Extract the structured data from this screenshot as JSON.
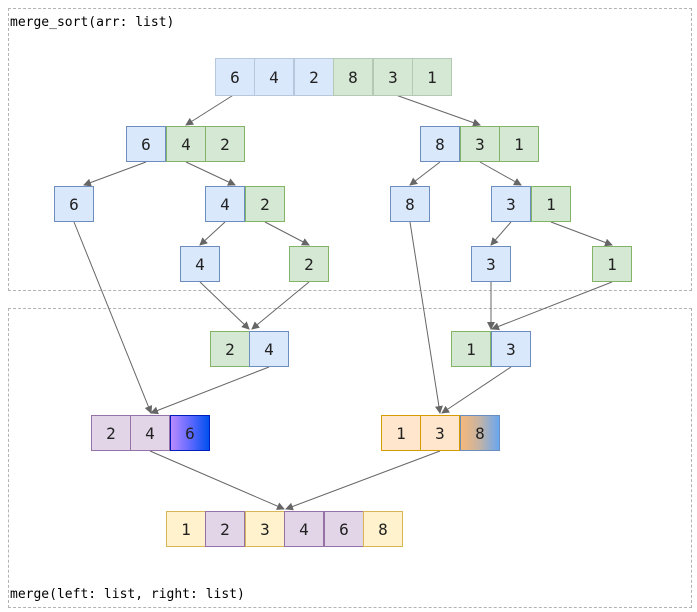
{
  "labels": {
    "split": "merge_sort(arr: list)",
    "merge": "merge(left: list, right: list)"
  },
  "colors": {
    "blue_fill": "#dae8fc",
    "green_fill": "#d5e8d4",
    "purple_fill": "#e1d5e7",
    "orange_fill": "#ffe6cc",
    "yellow_fill": "#fff2cc",
    "arrow": "#666666"
  },
  "split": {
    "root": [
      "6",
      "4",
      "2",
      "8",
      "3",
      "1"
    ],
    "left": [
      "6",
      "4",
      "2"
    ],
    "right": [
      "8",
      "3",
      "1"
    ],
    "left_single": "6",
    "left_pair": [
      "4",
      "2"
    ],
    "right_single": "8",
    "right_pair": [
      "3",
      "1"
    ],
    "leaf_4": "4",
    "leaf_2": "2",
    "leaf_3": "3",
    "leaf_1": "1"
  },
  "merge": {
    "pair_left": [
      "2",
      "4"
    ],
    "pair_right": [
      "1",
      "3"
    ],
    "triple_left": [
      "2",
      "4",
      "6"
    ],
    "triple_right": [
      "1",
      "3",
      "8"
    ],
    "result": [
      "1",
      "2",
      "3",
      "4",
      "6",
      "8"
    ]
  }
}
